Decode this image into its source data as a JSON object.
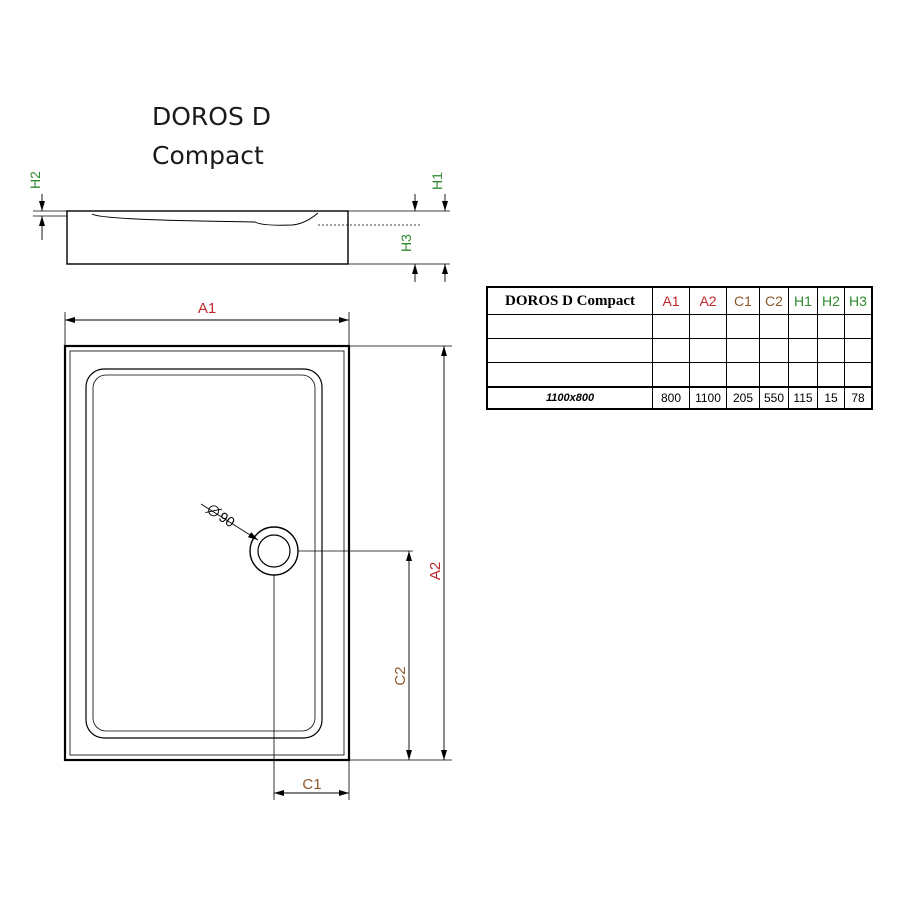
{
  "title": {
    "line1": "DOROS D",
    "line2": "Compact"
  },
  "dimension_labels": {
    "A1": "A1",
    "A2": "A2",
    "C1": "C1",
    "C2": "C2",
    "H1": "H1",
    "H2": "H2",
    "H3": "H3",
    "drain": "90"
  },
  "colors": {
    "a_labels": "#c0272d",
    "c_labels": "#8b5a2b",
    "h_labels": "#2e8b2e",
    "lines": "#000000"
  },
  "table": {
    "model_header": "DOROS D Compact",
    "headers": [
      {
        "label": "A1",
        "color": "#c0272d"
      },
      {
        "label": "A2",
        "color": "#c0272d"
      },
      {
        "label": "C1",
        "color": "#8b5a2b"
      },
      {
        "label": "C2",
        "color": "#8b5a2b"
      },
      {
        "label": "H1",
        "color": "#2e8b2e"
      },
      {
        "label": "H2",
        "color": "#2e8b2e"
      },
      {
        "label": "H3",
        "color": "#2e8b2e"
      }
    ],
    "row_model": "1100x800",
    "row_values": [
      "800",
      "1100",
      "205",
      "550",
      "115",
      "15",
      "78"
    ]
  }
}
